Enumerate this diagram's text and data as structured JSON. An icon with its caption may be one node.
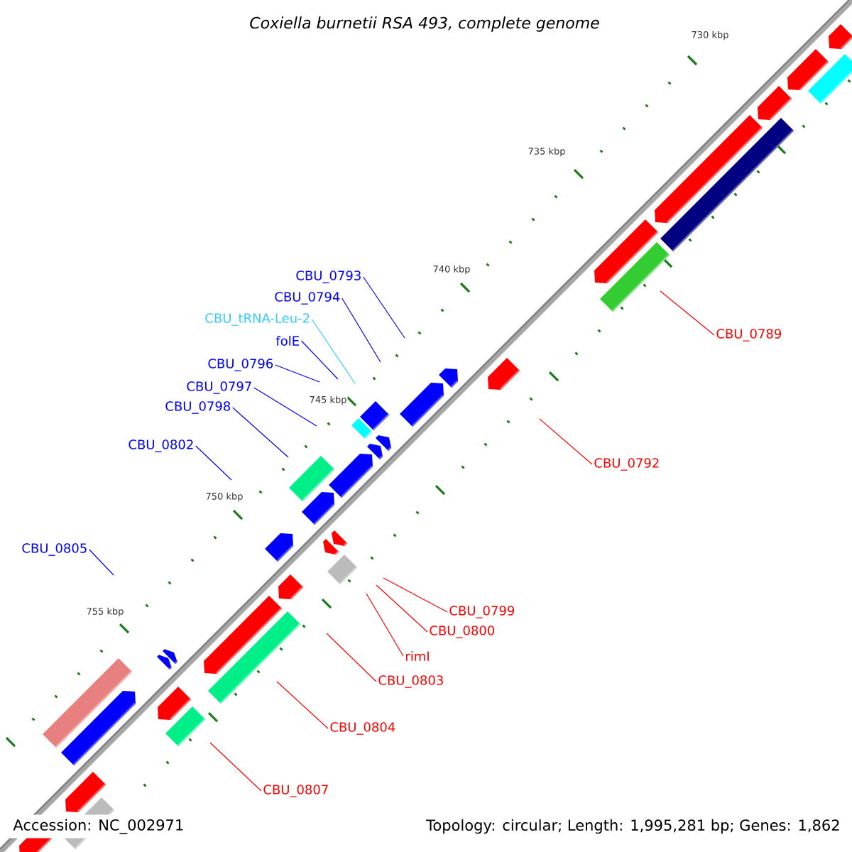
{
  "diagram": {
    "title": "Coxiella burnetii RSA 493, complete genome",
    "nodes": [
      {
        "text": [
          "CBU_0793"
        ]
      },
      {
        "text": [
          "CBU_0794"
        ]
      },
      {
        "text": [
          "CBU_tRNA-Leu-2"
        ]
      },
      {
        "text": [
          "CBU_0789"
        ]
      },
      {
        "text": [
          "folE"
        ]
      },
      {
        "text": [
          "CBU_0796"
        ]
      },
      {
        "text": [
          "CBU_0797"
        ]
      },
      {
        "text": [
          "CBU_0798"
        ]
      },
      {
        "text": [
          "CBU_0802"
        ]
      },
      {
        "text": [
          "CBU_0792"
        ]
      },
      {
        "text": [
          "CBU_0805"
        ]
      },
      {
        "text": [
          "CBU_0799"
        ]
      },
      {
        "text": [
          "CBU_0800"
        ]
      },
      {
        "text": [
          "rimI"
        ]
      },
      {
        "text": [
          "CBU_0803"
        ]
      },
      {
        "text": [
          "CBU_0804"
        ]
      },
      {
        "text": [
          "CBU_0807"
        ]
      }
    ],
    "edges": [
      {
        "from": 0,
        "to": null,
        "arrow": "none"
      },
      {
        "from": 1,
        "to": null,
        "arrow": "none"
      },
      {
        "from": 2,
        "to": null,
        "arrow": "none",
        "color": "#33ccff"
      },
      {
        "from": 3,
        "to": null,
        "arrow": "none",
        "color": "#ff0000"
      },
      {
        "from": 4,
        "to": null,
        "arrow": "none"
      },
      {
        "from": 5,
        "to": null,
        "arrow": "none"
      },
      {
        "from": 6,
        "to": null,
        "arrow": "none"
      },
      {
        "from": 7,
        "to": null,
        "arrow": "none"
      },
      {
        "from": 8,
        "to": null,
        "arrow": "none"
      },
      {
        "from": 9,
        "to": null,
        "arrow": "none",
        "color": "#ff0000"
      },
      {
        "from": 10,
        "to": null,
        "arrow": "none"
      },
      {
        "from": 11,
        "to": null,
        "arrow": "none",
        "color": "#ff0000"
      },
      {
        "from": 12,
        "to": null,
        "arrow": "none",
        "color": "#ff0000"
      },
      {
        "from": 13,
        "to": null,
        "arrow": "none",
        "color": "#ff0000"
      },
      {
        "from": 14,
        "to": null,
        "arrow": "none",
        "color": "#ff0000"
      },
      {
        "from": 15,
        "to": null,
        "arrow": "none",
        "color": "#ff0000"
      },
      {
        "from": 16,
        "to": null,
        "arrow": "none",
        "color": "#ff0000"
      }
    ],
    "labels": [
      "730 kbp",
      "735 kbp",
      "740 kbp",
      "745 kbp",
      "750 kbp",
      "755 kbp",
      "Accession: NC_002971",
      "Topology: circular; Length: 1,995,281 bp; Genes: 1,862"
    ]
  }
}
